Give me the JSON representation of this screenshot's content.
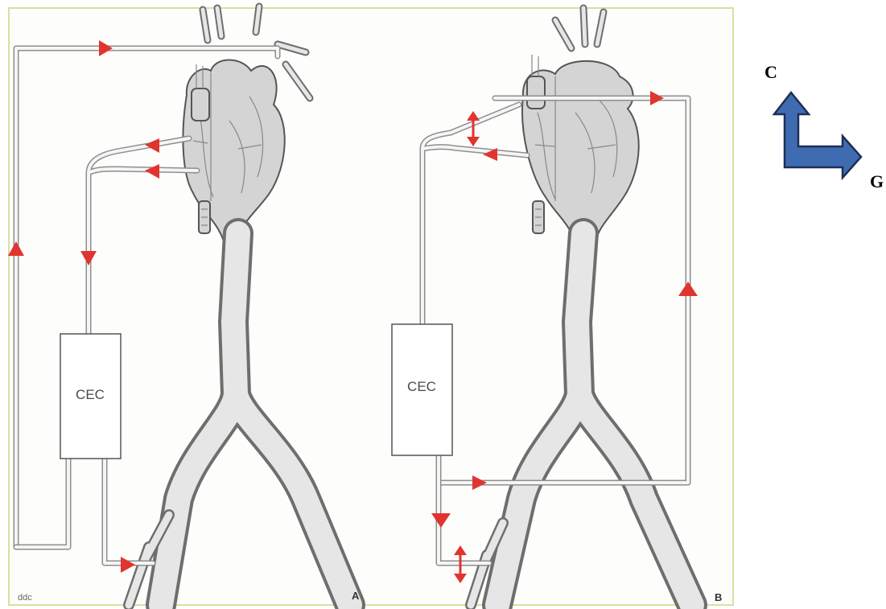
{
  "panel_a": {
    "box_label": "CEC",
    "panel_letter": "A",
    "corner_mark": "ddc"
  },
  "panel_b": {
    "box_label": "CEC",
    "panel_letter": "B"
  },
  "compass": {
    "up_label": "C",
    "right_label": "G",
    "arrow_color": "#3f6cb0",
    "arrow_outline": "#1c2f57"
  },
  "colors": {
    "flow_arrow": "#e2342f",
    "frame_border": "#d8e0a0"
  }
}
